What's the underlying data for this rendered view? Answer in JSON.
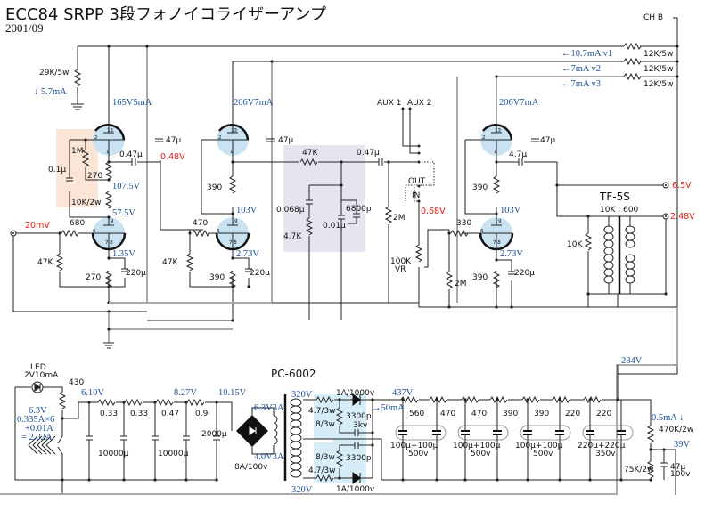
{
  "header": {
    "title": "ECC84 SRPP 3段フォノイコライザーアンプ",
    "date": "2001/09"
  },
  "colors": {
    "wire": "#222222",
    "gnd_wire": "#aaaaaa",
    "tube_glass": "#c9e2f2",
    "voltage_label": "#1a4f9a",
    "signal_label": "#e0201a",
    "stage1_highlight": "#fbe5d6",
    "eq_highlight": "#e6e4ee",
    "ps_highlight": "#d6ecf6"
  },
  "amplifier": {
    "channel_label": "CH B",
    "supply_resistors": [
      {
        "label": "12K/5w",
        "current": "←10.7mA  v1"
      },
      {
        "label": "12K/5w",
        "current": "←7mA  v2"
      },
      {
        "label": "12K/5w",
        "current": "←7mA  v3"
      }
    ],
    "bias_resistor": "29K/5w",
    "bias_current": "↓ 5.7mA",
    "stage1": {
      "upper_tube_label": "165V5mA",
      "input_level": "20mV",
      "grid_resistor": "680",
      "grid_leak": "47K",
      "cathode_resistor": "270",
      "cathode_voltage": "1.35V",
      "cathode_cap": "220μ",
      "mid_voltage": "57.5V",
      "node_voltage": "107.5V",
      "feedback_r1": "1M",
      "feedback_r2": "270",
      "feedback_r3": "10K/2w",
      "feedback_cap": "0.1μ",
      "coupling_cap": "0.47μ",
      "bypass_cap": "47μ",
      "output_level": "0.48V"
    },
    "stage2": {
      "upper_tube_label": "206V7mA",
      "grid_resistor": "470",
      "grid_leak": "47K",
      "plate_resistor": "390",
      "node_voltage": "103V",
      "cathode_voltage": "2.73V",
      "cathode_resistor": "390",
      "cathode_cap": "220μ",
      "bypass_cap": "47μ"
    },
    "equalizer": {
      "series_resistor": "47K",
      "c1": "0.068μ",
      "r1": "4.7K",
      "c2": "0.01μ",
      "c3": "6800p",
      "coupling_cap": "0.47μ",
      "grid_leak": "2M"
    },
    "selector": {
      "inputs": [
        "AUX 1",
        "AUX 2"
      ],
      "out_label": "OUT",
      "in_label": "IN",
      "level": "0.68V",
      "volume": "100K",
      "volume_sub": "VR"
    },
    "stage3": {
      "upper_tube_label": "206V7mA",
      "grid_resistor": "330",
      "grid_leak": "2M",
      "plate_resistor": "390",
      "node_voltage": "103V",
      "cathode_voltage": "2.73V",
      "cathode_resistor": "390",
      "cathode_cap": "220μ",
      "coupling_cap": "4.7μ",
      "bypass_cap": "47μ"
    },
    "transformer": {
      "name": "TF-5S",
      "ratio": "10K : 600",
      "load_resistor": "10K",
      "out_high": "6.5V",
      "out_low": "2.48V"
    }
  },
  "power_supply": {
    "transformer_name": "PC-6002",
    "led_label": "LED",
    "led_spec": "2V10mA",
    "led_resistor": "430",
    "heater_spec": [
      "6.3V",
      "0.335A×6",
      "+0.01A",
      "= 2.02A"
    ],
    "heater_chain": {
      "voltages": [
        "6.10V",
        "8.27V",
        "10.15V"
      ],
      "resistors": [
        "0.33",
        "0.33",
        "0.47",
        "0.9"
      ],
      "caps": [
        "10000μ",
        "10000μ",
        "2000μ"
      ]
    },
    "bridge_rating": "8A/100v",
    "heater_windings": [
      "6.3V3A",
      "4.0V3A"
    ],
    "ht_windings": [
      "320V",
      "320V"
    ],
    "diodes": [
      "1A/1000v",
      "1A/1000v"
    ],
    "snubber": {
      "r_series": [
        "4.7/3w",
        "4.7/3w"
      ],
      "r_shunt": [
        "8/3w",
        "8/3w"
      ],
      "caps": [
        "3300p",
        "3kv",
        "3300p"
      ]
    },
    "ht_current": "→50mA",
    "ht_voltage": "437V",
    "ripple_filter": {
      "resistors": [
        "560",
        "470",
        "470",
        "390",
        "390",
        "220",
        "220"
      ],
      "cap_pairs": [
        {
          "value": "100μ+100μ",
          "rating": "500v"
        },
        {
          "value": "100μ+100μ",
          "rating": "500v"
        },
        {
          "value": "100μ+100μ",
          "rating": "500v"
        },
        {
          "value": "220μ+220μ",
          "rating": "350v"
        }
      ]
    },
    "output_voltage": "284V",
    "divider": {
      "current": "0.5mA ↓",
      "r_top": "470K/2w",
      "r_bottom": "75K/2w",
      "tap_voltage": "39V",
      "cap": "47μ",
      "cap_rating": "100v"
    }
  }
}
